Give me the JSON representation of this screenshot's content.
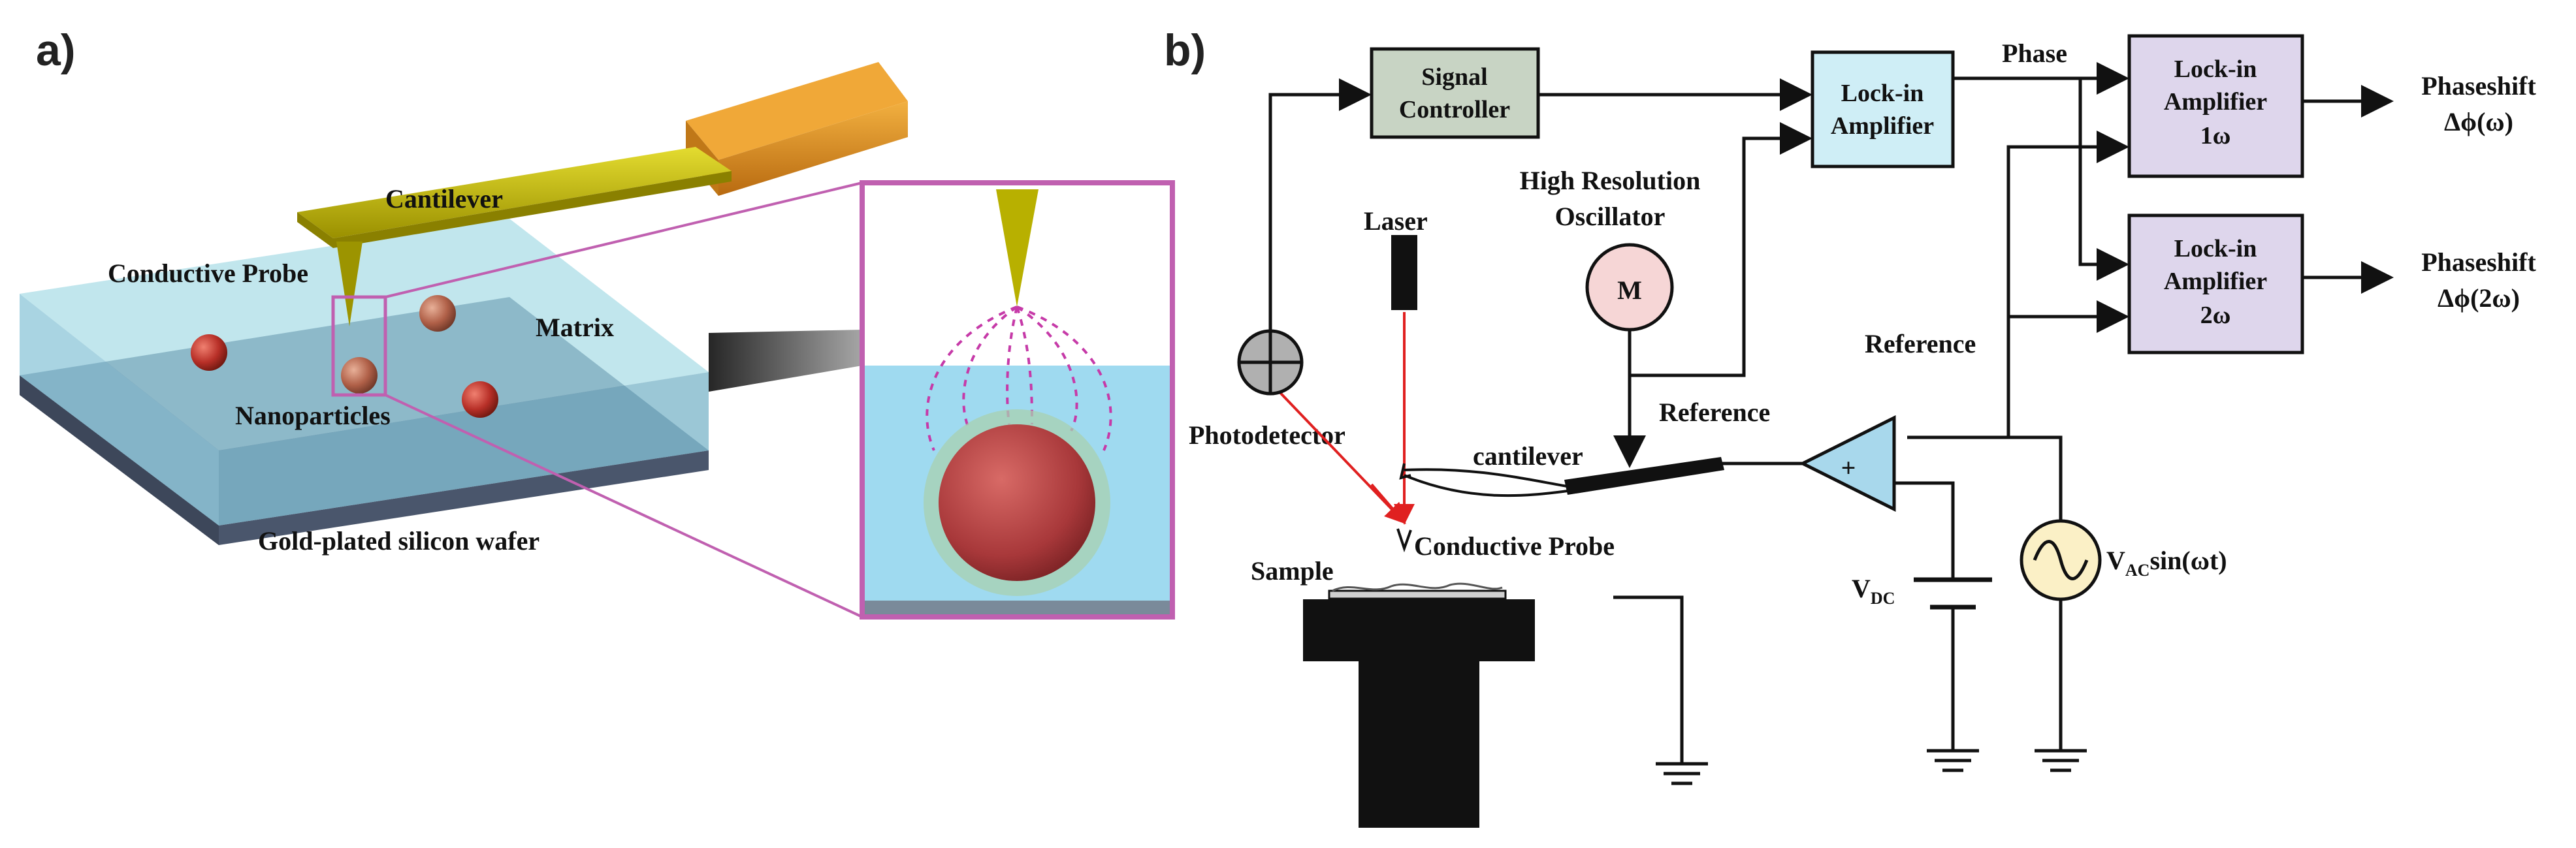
{
  "panel_a": {
    "letter": "a)",
    "labels": {
      "cantilever": "Cantilever",
      "conductive_probe": "Conductive Probe",
      "matrix": "Matrix",
      "nanoparticles": "Nanoparticles",
      "substrate": "Gold-plated silicon wafer"
    },
    "colors": {
      "matrix": "#9fd8e4",
      "wafer": "#6b7f99",
      "cantilever": "#c8c000",
      "holder": "#e0901a",
      "zoom_frame": "#c060b0",
      "nanoparticle": "#c0302a"
    }
  },
  "panel_b": {
    "letter": "b)",
    "boxes": {
      "signal_controller": [
        "Signal",
        "Controller"
      ],
      "lockin_main": [
        "Lock-in",
        "Amplifier"
      ],
      "lockin_1w": [
        "Lock-in",
        "Amplifier",
        "1ω"
      ],
      "lockin_2w": [
        "Lock-in",
        "Amplifier",
        "2ω"
      ]
    },
    "labels": {
      "phase": "Phase",
      "phaseshift_1": "Phaseshift",
      "phaseshift_1_sym": "Δϕ(ω)",
      "phaseshift_2": "Phaseshift",
      "phaseshift_2_sym": "Δϕ(2ω)",
      "oscillator_line1": "High Resolution",
      "oscillator_line2": "Oscillator",
      "motor_symbol": "M",
      "laser": "Laser",
      "reference_left": "Reference",
      "reference_right": "Reference",
      "photodetector": "Photodetector",
      "cantilever": "cantilever",
      "conductive_probe": "Conductive Probe",
      "sample": "Sample",
      "vdc_main": "V",
      "vdc_sub": "DC",
      "vac_main": "V",
      "vac_sub": "AC",
      "vac_rest": "sin(ωt)",
      "amp_sign": "+"
    },
    "colors": {
      "signal_box": "#c8d4c4",
      "lockin_box": "#cfeef6",
      "harmonic_box": "#ded6ec",
      "oscillator": "#f6d6d6",
      "amplifier": "#a8d8ec",
      "source": "#fbf0c6",
      "laser_beam": "#e02020"
    }
  }
}
